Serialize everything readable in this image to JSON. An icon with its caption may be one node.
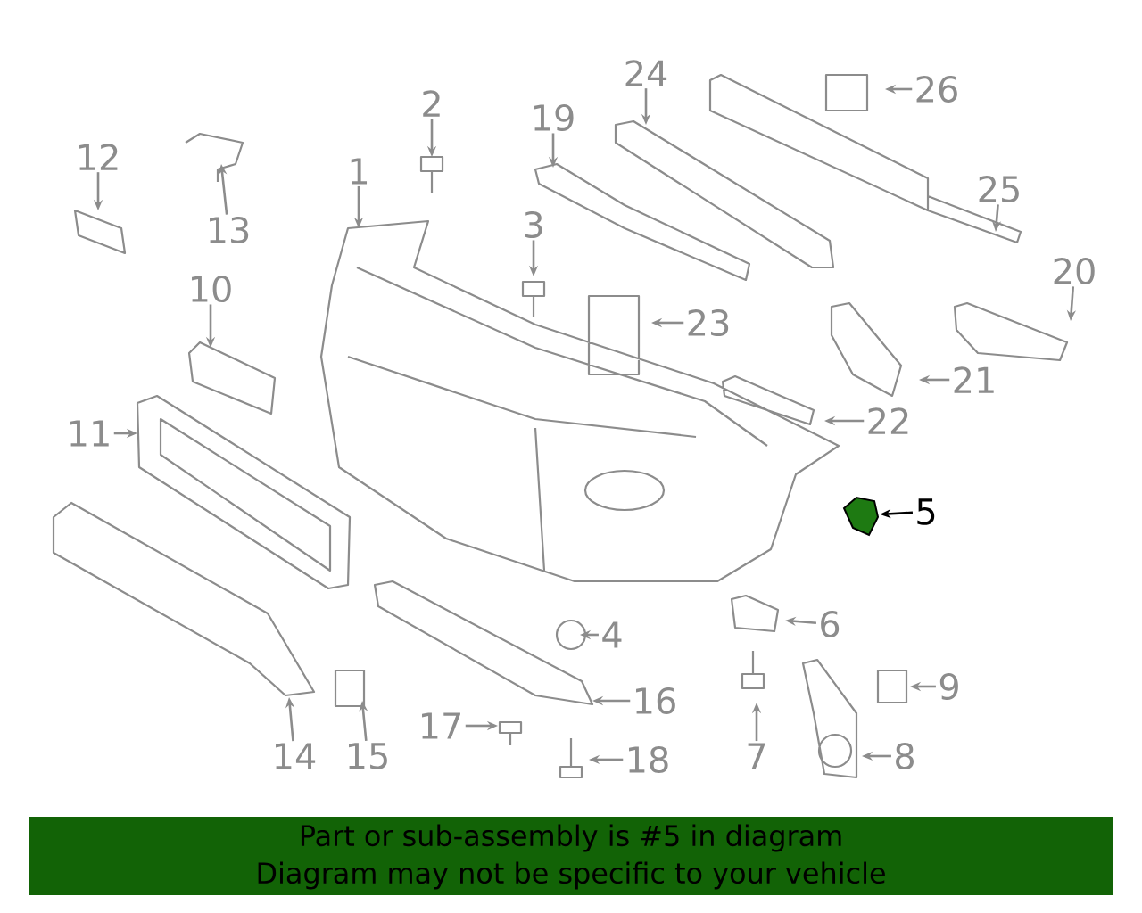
{
  "diagram": {
    "nodes": [
      {
        "text": [
          "1"
        ]
      },
      {
        "text": [
          "2"
        ]
      },
      {
        "text": [
          "3"
        ]
      },
      {
        "text": [
          "4"
        ]
      },
      {
        "text": [
          "5"
        ]
      },
      {
        "text": [
          "6"
        ]
      },
      {
        "text": [
          "7"
        ]
      },
      {
        "text": [
          "8"
        ]
      },
      {
        "text": [
          "9"
        ]
      },
      {
        "text": [
          "10"
        ]
      },
      {
        "text": [
          "11"
        ]
      },
      {
        "text": [
          "12"
        ]
      },
      {
        "text": [
          "13"
        ]
      },
      {
        "text": [
          "14"
        ]
      },
      {
        "text": [
          "15"
        ]
      },
      {
        "text": [
          "16"
        ]
      },
      {
        "text": [
          "17"
        ]
      },
      {
        "text": [
          "18"
        ]
      },
      {
        "text": [
          "19"
        ]
      },
      {
        "text": [
          "20"
        ]
      },
      {
        "text": [
          "21"
        ]
      },
      {
        "text": [
          "22"
        ]
      },
      {
        "text": [
          "23"
        ]
      },
      {
        "text": [
          "24"
        ]
      },
      {
        "text": [
          "25"
        ]
      },
      {
        "text": [
          "26"
        ]
      },
      {
        "text": [],
        "shape": "picture"
      }
    ],
    "edges": [
      {
        "from": 0,
        "to": null,
        "arrow": "to"
      },
      {
        "from": 1,
        "to": null,
        "arrow": "to"
      },
      {
        "from": 2,
        "to": null,
        "arrow": "to"
      },
      {
        "from": 3,
        "to": null,
        "arrow": "to"
      },
      {
        "from": 4,
        "to": 26,
        "arrow": "to",
        "color": "#000000"
      },
      {
        "from": 5,
        "to": null,
        "arrow": "to"
      },
      {
        "from": 6,
        "to": null,
        "arrow": "to"
      },
      {
        "from": 7,
        "to": null,
        "arrow": "to"
      },
      {
        "from": 8,
        "to": null,
        "arrow": "to"
      },
      {
        "from": 9,
        "to": null,
        "arrow": "to"
      },
      {
        "from": 10,
        "to": null,
        "arrow": "to"
      },
      {
        "from": 11,
        "to": null,
        "arrow": "to"
      },
      {
        "from": 12,
        "to": null,
        "arrow": "to"
      },
      {
        "from": 13,
        "to": null,
        "arrow": "to"
      },
      {
        "from": 14,
        "to": null,
        "arrow": "to"
      },
      {
        "from": 15,
        "to": null,
        "arrow": "to"
      },
      {
        "from": 16,
        "to": null,
        "arrow": "to"
      },
      {
        "from": 17,
        "to": null,
        "arrow": "to"
      },
      {
        "from": 18,
        "to": null,
        "arrow": "to"
      },
      {
        "from": 19,
        "to": null,
        "arrow": "to"
      },
      {
        "from": 20,
        "to": null,
        "arrow": "to"
      },
      {
        "from": 21,
        "to": null,
        "arrow": "to"
      },
      {
        "from": 22,
        "to": null,
        "arrow": "to"
      },
      {
        "from": 23,
        "to": null,
        "arrow": "to"
      },
      {
        "from": 24,
        "to": null,
        "arrow": "to"
      },
      {
        "from": 25,
        "to": null,
        "arrow": "to"
      }
    ],
    "labels": [
      "Part or sub-assembly is #5 in diagram",
      "Diagram may not be specific to your vehicle"
    ]
  }
}
